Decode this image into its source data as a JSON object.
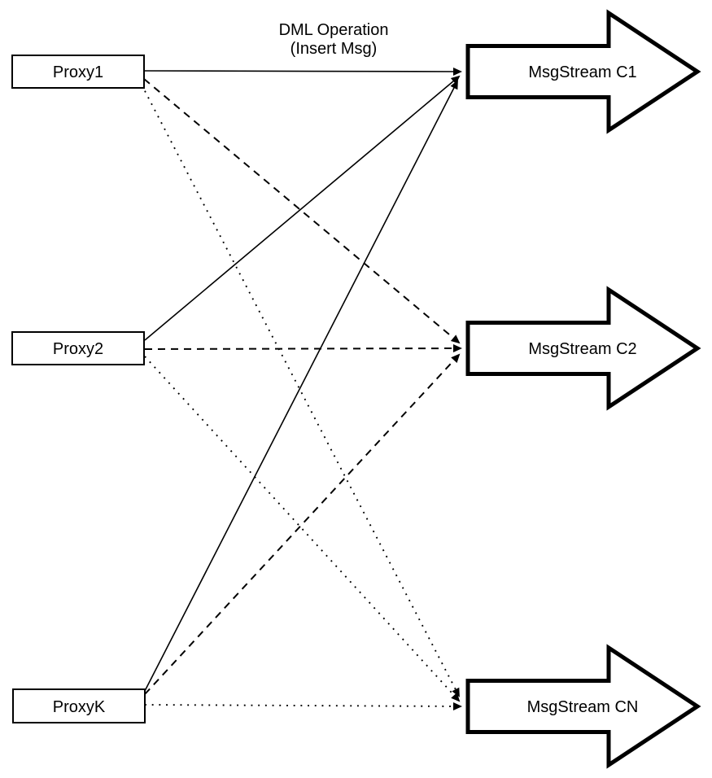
{
  "diagram": {
    "background": "#ffffff",
    "stroke_color": "#000000",
    "shape_fill": "#ffffff",
    "caption": {
      "line1": "DML Operation",
      "line2": "(Insert Msg)"
    },
    "proxies": [
      {
        "label": "Proxy1"
      },
      {
        "label": "Proxy2"
      },
      {
        "label": "ProxyK"
      }
    ],
    "streams": [
      {
        "label": "MsgStream C1"
      },
      {
        "label": "MsgStream C2"
      },
      {
        "label": "MsgStream CN"
      }
    ],
    "edges": [
      {
        "from": "Proxy1",
        "to": "MsgStream C1",
        "style": "solid"
      },
      {
        "from": "Proxy1",
        "to": "MsgStream C2",
        "style": "dashed"
      },
      {
        "from": "Proxy1",
        "to": "MsgStream CN",
        "style": "dotted"
      },
      {
        "from": "Proxy2",
        "to": "MsgStream C1",
        "style": "solid"
      },
      {
        "from": "Proxy2",
        "to": "MsgStream C2",
        "style": "dashed"
      },
      {
        "from": "Proxy2",
        "to": "MsgStream CN",
        "style": "dotted"
      },
      {
        "from": "ProxyK",
        "to": "MsgStream C1",
        "style": "solid"
      },
      {
        "from": "ProxyK",
        "to": "MsgStream C2",
        "style": "dashed"
      },
      {
        "from": "ProxyK",
        "to": "MsgStream CN",
        "style": "dotted"
      }
    ]
  }
}
